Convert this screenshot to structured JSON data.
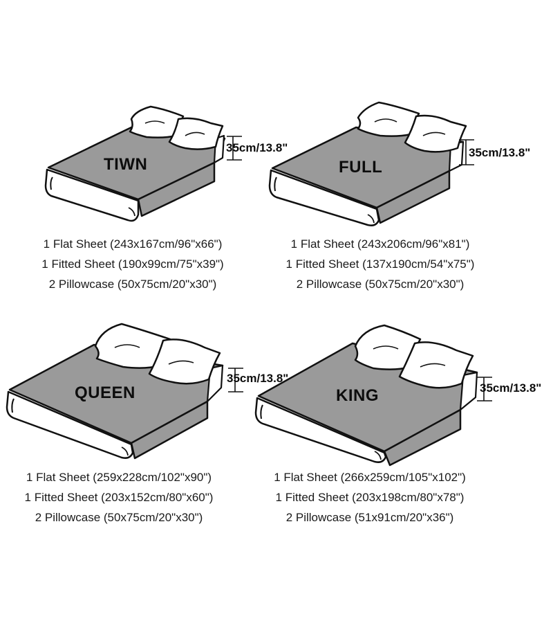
{
  "beds": [
    {
      "size": "TIWN",
      "height": "35cm/13.8\"",
      "specs": [
        "1 Flat Sheet (243x167cm/96\"x66\")",
        "1 Fitted Sheet (190x99cm/75\"x39\")",
        "2 Pillowcase (50x75cm/20\"x30\")"
      ]
    },
    {
      "size": "FULL",
      "height": "35cm/13.8\"",
      "specs": [
        "1 Flat Sheet (243x206cm/96\"x81\")",
        "1 Fitted Sheet (137x190cm/54\"x75\")",
        "2 Pillowcase (50x75cm/20\"x30\")"
      ]
    },
    {
      "size": "QUEEN",
      "height": "35cm/13.8\"",
      "specs": [
        "1 Flat Sheet (259x228cm/102\"x90\")",
        "1 Fitted Sheet (203x152cm/80\"x60\")",
        "2 Pillowcase (50x75cm/20\"x30\")"
      ]
    },
    {
      "size": "KING",
      "height": "35cm/13.8\"",
      "specs": [
        "1 Flat Sheet (266x259cm/105\"x102\")",
        "1 Fitted Sheet (203x198cm/80\"x78\")",
        "2 Pillowcase (51x91cm/20\"x36\")"
      ]
    }
  ],
  "colors": {
    "sheet": "#9a9a9a",
    "outline": "#111111",
    "pillow": "#ffffff",
    "mattress": "#ffffff"
  }
}
